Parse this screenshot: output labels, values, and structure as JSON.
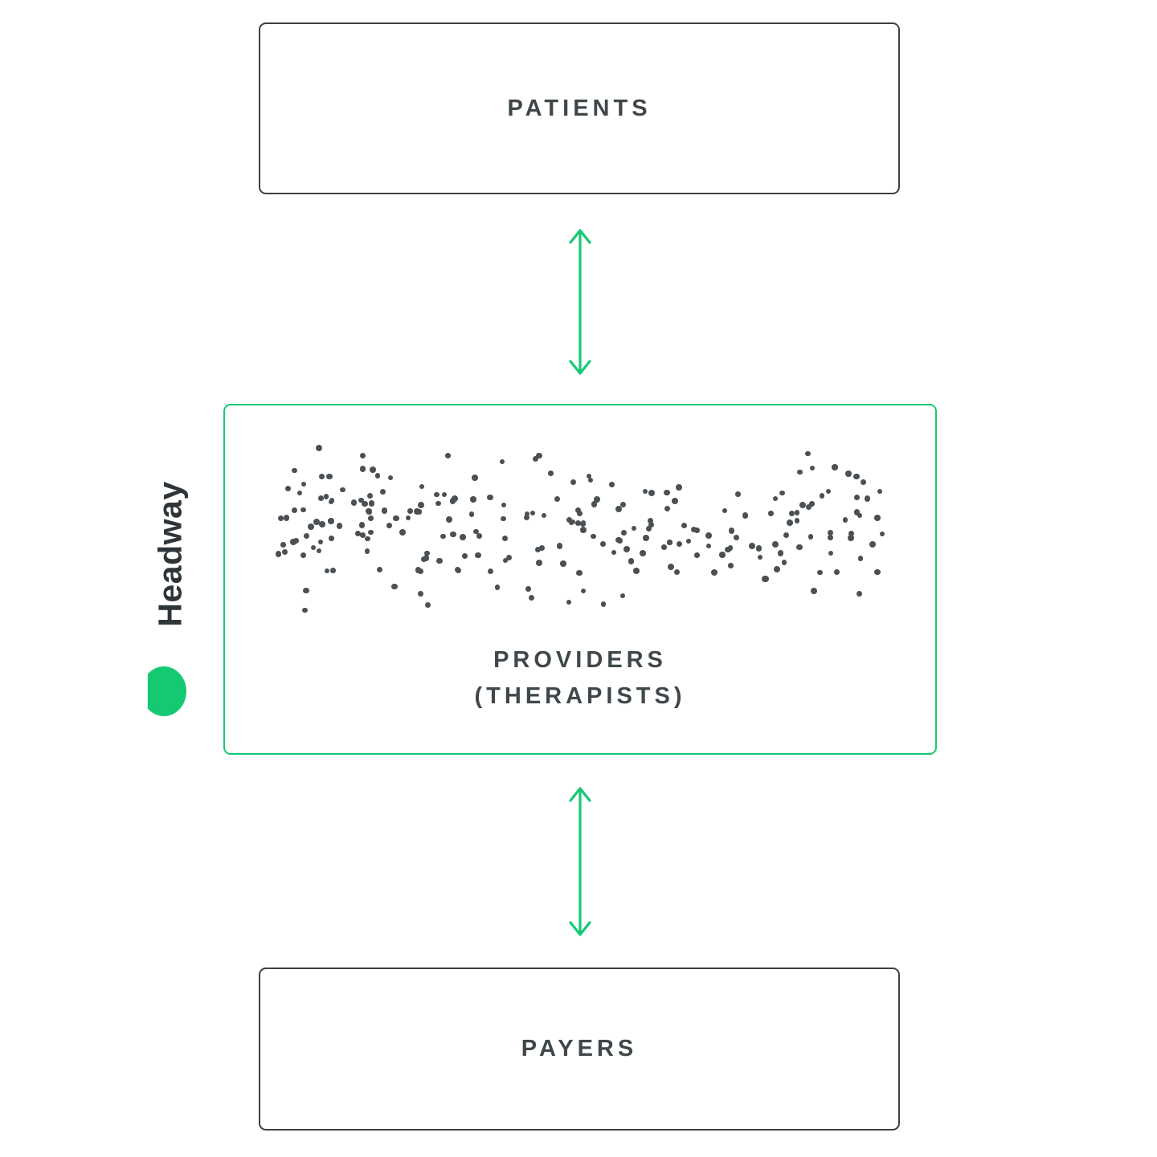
{
  "colors": {
    "green": "#15C973",
    "ink": "#3F474B",
    "box_border": "#3A4145",
    "dot": "#4A5054",
    "background": "#FFFFFF"
  },
  "brand": {
    "wordmark": "Headway",
    "logo_mark": "headway-logo-mark"
  },
  "diagram": {
    "nodes": [
      {
        "id": "patients",
        "label": "PATIENTS"
      },
      {
        "id": "providers",
        "label": "PROVIDERS",
        "sublabel": "(THERAPISTS)"
      },
      {
        "id": "payers",
        "label": "PAYERS"
      }
    ],
    "connections": [
      {
        "from": "patients",
        "to": "providers",
        "style": "double-headed-arrow"
      },
      {
        "from": "providers",
        "to": "payers",
        "style": "double-headed-arrow"
      }
    ],
    "dots": {
      "count": 235
    }
  }
}
